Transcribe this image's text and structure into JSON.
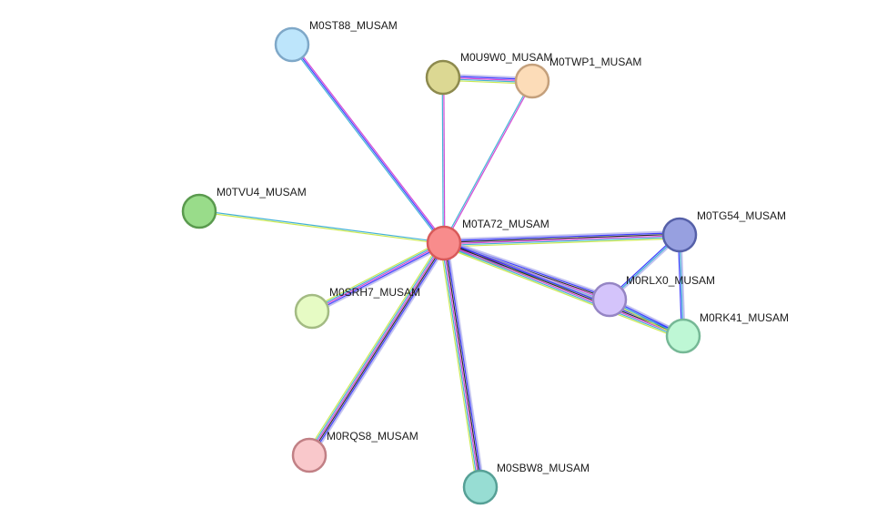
{
  "network": {
    "proteins": [
      {
        "id": "M0TA72_MUSAM",
        "label": "M0TA72_MUSAM",
        "color": "#f88c8c",
        "stroke": "#d85a5a",
        "query": true
      },
      {
        "id": "M0ST88_MUSAM",
        "label": "M0ST88_MUSAM",
        "color": "#bde5fb",
        "stroke": "#7fa8c8"
      },
      {
        "id": "M0U9W0_MUSAM",
        "label": "M0U9W0_MUSAM",
        "color": "#dcd893",
        "stroke": "#8d8a4e"
      },
      {
        "id": "M0TWP1_MUSAM",
        "label": "M0TWP1_MUSAM",
        "color": "#fcdcb8",
        "stroke": "#c4a07c"
      },
      {
        "id": "M0TVU4_MUSAM",
        "label": "M0TVU4_MUSAM",
        "color": "#99dc8a",
        "stroke": "#5a9a4e"
      },
      {
        "id": "M0TG54_MUSAM",
        "label": "M0TG54_MUSAM",
        "color": "#97a0e0",
        "stroke": "#5560a8"
      },
      {
        "id": "M0RLX0_MUSAM",
        "label": "M0RLX0_MUSAM",
        "color": "#d4c4fb",
        "stroke": "#9585c4"
      },
      {
        "id": "M0RK41_MUSAM",
        "label": "M0RK41_MUSAM",
        "color": "#bef7d5",
        "stroke": "#76b896"
      },
      {
        "id": "M0SRH7_MUSAM",
        "label": "M0SRH7_MUSAM",
        "color": "#e6fbc4",
        "stroke": "#a3bb83"
      },
      {
        "id": "M0RQS8_MUSAM",
        "label": "M0RQS8_MUSAM",
        "color": "#f9c8cb",
        "stroke": "#c18085"
      },
      {
        "id": "M0SBW8_MUSAM",
        "label": "M0SBW8_MUSAM",
        "color": "#97ddd3",
        "stroke": "#56a096"
      }
    ],
    "evidence_colors": {
      "text_mining": "#c8e84a",
      "co_expression": "#222222",
      "experiments": "#d03cd0",
      "databases": "#3aaed4",
      "gene_fusion": "#ff3333",
      "neighborhood": "#33cc33",
      "cooccurrence": "#3333ff",
      "homology": "#a8a8e8"
    },
    "interactions": [
      {
        "source": "M0TA72_MUSAM",
        "target": "M0ST88_MUSAM",
        "evidence": [
          "databases",
          "cooccurrence",
          "experiments"
        ]
      },
      {
        "source": "M0TA72_MUSAM",
        "target": "M0U9W0_MUSAM",
        "evidence": [
          "databases",
          "experiments"
        ]
      },
      {
        "source": "M0TA72_MUSAM",
        "target": "M0TWP1_MUSAM",
        "evidence": [
          "databases",
          "experiments"
        ]
      },
      {
        "source": "M0TA72_MUSAM",
        "target": "M0TVU4_MUSAM",
        "evidence": [
          "text_mining",
          "databases"
        ]
      },
      {
        "source": "M0TA72_MUSAM",
        "target": "M0TG54_MUSAM",
        "evidence": [
          "homology",
          "cooccurrence",
          "co_expression",
          "experiments",
          "databases",
          "text_mining"
        ]
      },
      {
        "source": "M0TA72_MUSAM",
        "target": "M0RLX0_MUSAM",
        "evidence": [
          "homology",
          "cooccurrence",
          "co_expression",
          "experiments",
          "databases",
          "text_mining"
        ]
      },
      {
        "source": "M0TA72_MUSAM",
        "target": "M0RK41_MUSAM",
        "evidence": [
          "homology",
          "cooccurrence",
          "co_expression",
          "experiments",
          "databases",
          "text_mining"
        ]
      },
      {
        "source": "M0TA72_MUSAM",
        "target": "M0SRH7_MUSAM",
        "evidence": [
          "homology",
          "cooccurrence",
          "experiments",
          "databases",
          "text_mining"
        ]
      },
      {
        "source": "M0TA72_MUSAM",
        "target": "M0RQS8_MUSAM",
        "evidence": [
          "homology",
          "cooccurrence",
          "co_expression",
          "experiments",
          "databases",
          "text_mining"
        ]
      },
      {
        "source": "M0TA72_MUSAM",
        "target": "M0SBW8_MUSAM",
        "evidence": [
          "homology",
          "cooccurrence",
          "co_expression",
          "experiments",
          "databases",
          "text_mining"
        ]
      },
      {
        "source": "M0U9W0_MUSAM",
        "target": "M0TWP1_MUSAM",
        "evidence": [
          "homology",
          "cooccurrence",
          "experiments",
          "databases",
          "text_mining"
        ]
      },
      {
        "source": "M0TG54_MUSAM",
        "target": "M0RLX0_MUSAM",
        "evidence": [
          "homology",
          "databases",
          "cooccurrence"
        ]
      },
      {
        "source": "M0TG54_MUSAM",
        "target": "M0RK41_MUSAM",
        "evidence": [
          "homology",
          "databases",
          "cooccurrence"
        ]
      },
      {
        "source": "M0RLX0_MUSAM",
        "target": "M0RK41_MUSAM",
        "evidence": [
          "homology",
          "cooccurrence",
          "databases",
          "text_mining"
        ]
      }
    ]
  }
}
